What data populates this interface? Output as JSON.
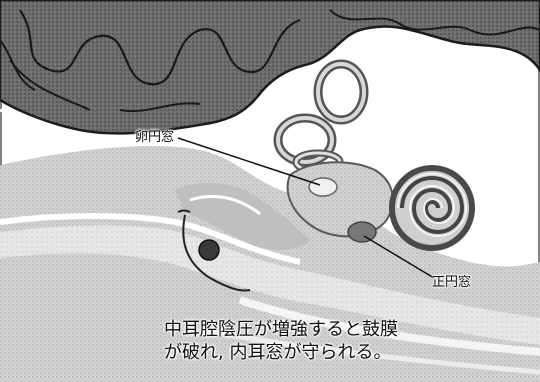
{
  "labels": {
    "oval_window": "卵円窓",
    "round_window": "正円窓"
  },
  "caption": {
    "line1": "中耳腔陰圧が増強すると鼓膜",
    "line2": "が破れ, 内耳窓が守られる。"
  },
  "colors": {
    "brain_fill": "#8a8a8a",
    "brain_outline": "#1c1c1c",
    "bone_fill": "#d9d9d9",
    "canal_fill": "#f2f2f2",
    "dark_shade": "#505050",
    "frame": "#555555"
  }
}
